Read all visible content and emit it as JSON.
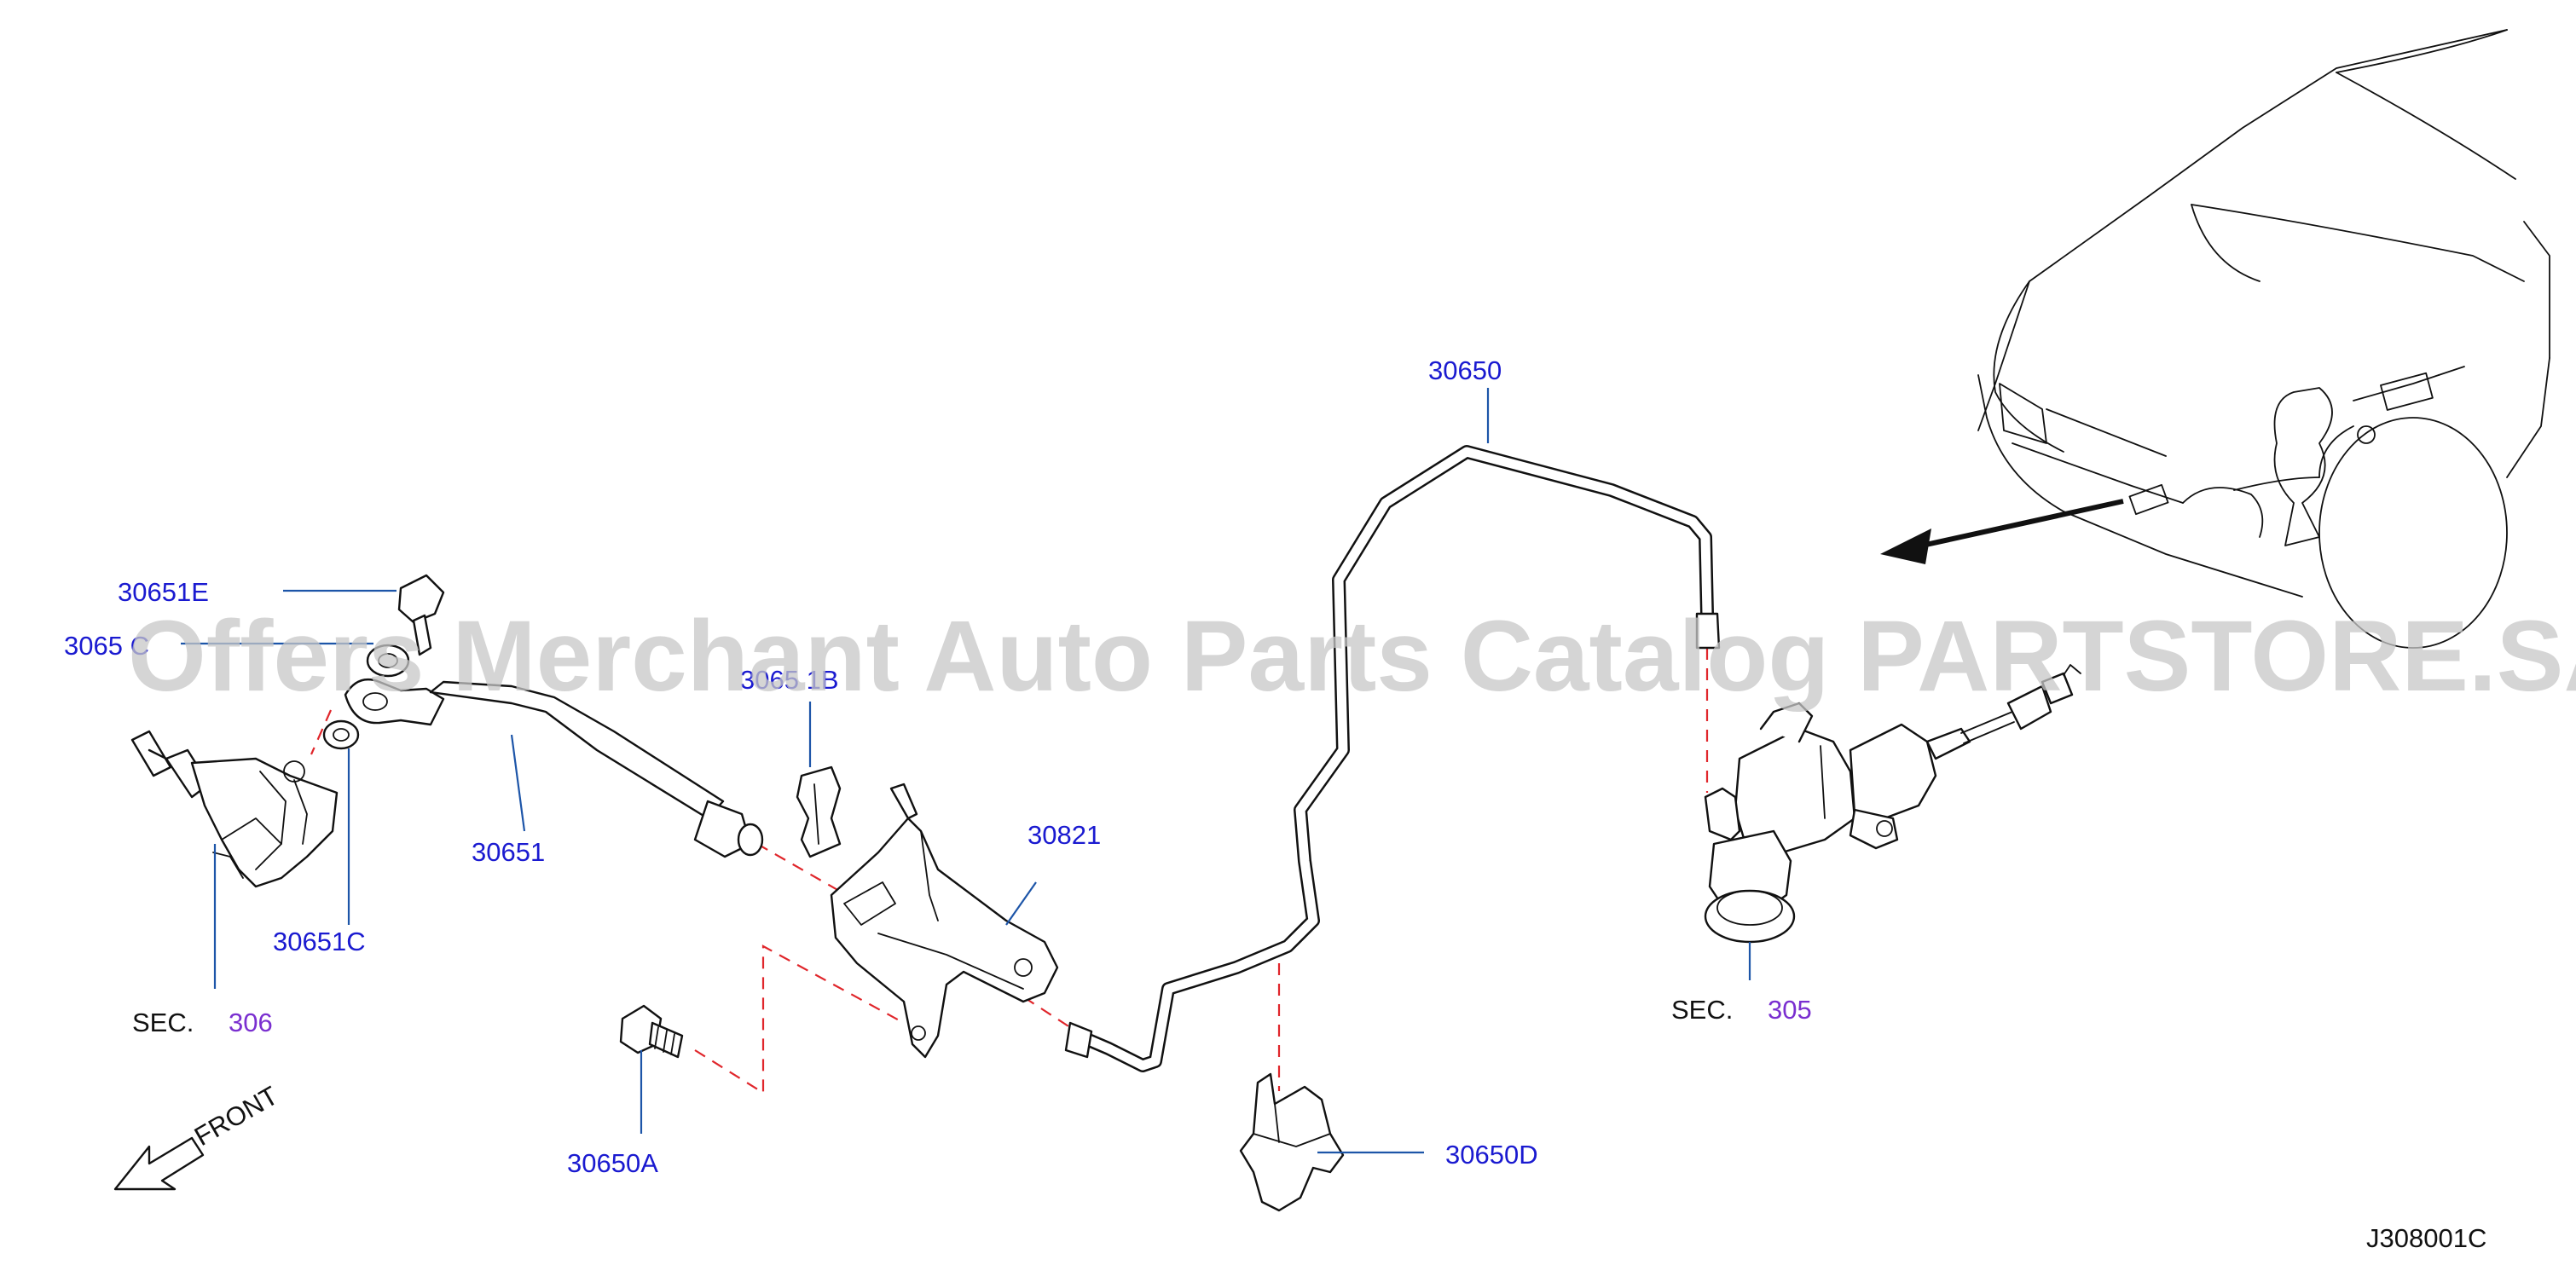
{
  "diagram_id": "J308001C",
  "watermark": "Offers Merchant Auto Parts Catalog PARTSTORE.SA",
  "front_label": "FRONT",
  "parts": {
    "p30650": "30650",
    "p30651E": "30651E",
    "p30651C_top": "3065 C",
    "p30651B": "3065 1B",
    "p30651": "30651",
    "p30651C": "30651C",
    "p30821": "30821",
    "p30650A": "30650A",
    "p30650D": "30650D"
  },
  "sections": {
    "left": {
      "prefix": "SEC.",
      "number": "306"
    },
    "right": {
      "prefix": "SEC.",
      "number": "305"
    }
  },
  "colors": {
    "part_label": "#1a1ad0",
    "section_link": "#7a2fd0",
    "leader_line": "#1d55a8",
    "assembly_dash": "#e0262b"
  }
}
